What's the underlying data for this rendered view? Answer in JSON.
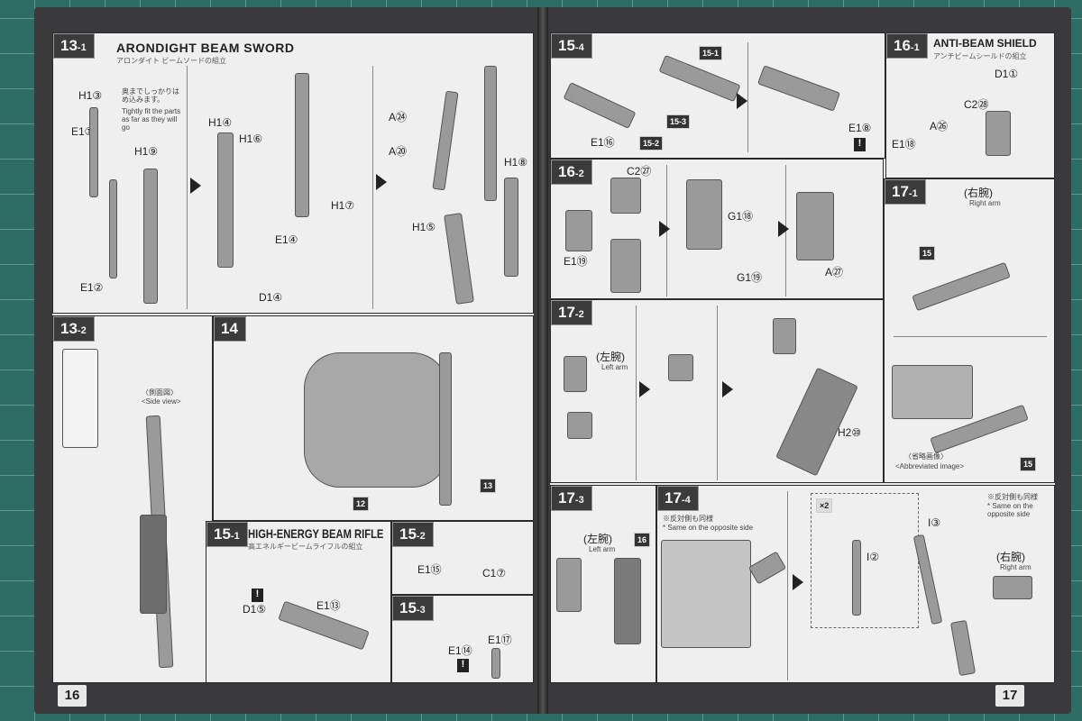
{
  "pages": {
    "left": "16",
    "right": "17"
  },
  "panels": {
    "p13_1": {
      "label": "13",
      "sub": "-1",
      "title": "ARONDIGHT BEAM SWORD",
      "subtitle": "アロンダイト ビームソードの組立",
      "note_jp": "奥までしっかりはめ込みます。",
      "note_en": "Tightly fit the parts as far as they will go",
      "parts": [
        "H1③",
        "E1①",
        "H1⑨",
        "E1②",
        "H1④",
        "H1⑥",
        "H1⑦",
        "E1④",
        "D1④",
        "A㉔",
        "A⑳",
        "H1⑧",
        "H1⑤"
      ]
    },
    "p13_2": {
      "label": "13",
      "sub": "-2",
      "view_jp": "〈側面図〉",
      "view_en": "<Side view>"
    },
    "p14": {
      "label": "14",
      "refs": [
        "12",
        "13"
      ]
    },
    "p15_1": {
      "label": "15",
      "sub": "-1",
      "title": "HIGH-ENERGY BEAM RIFLE",
      "subtitle": "高エネルギービームライフルの組立",
      "parts": [
        "D1⑤",
        "E1⑬"
      ]
    },
    "p15_2": {
      "label": "15",
      "sub": "-2",
      "parts": [
        "E1⑮",
        "C1⑦"
      ]
    },
    "p15_3": {
      "label": "15",
      "sub": "-3",
      "parts": [
        "E1⑭",
        "E1⑰"
      ]
    },
    "p15_4": {
      "label": "15",
      "sub": "-4",
      "refs": [
        "15-1",
        "15-2",
        "15-3"
      ],
      "parts": [
        "E1⑯",
        "E1⑧"
      ]
    },
    "p16_1": {
      "label": "16",
      "sub": "-1",
      "title": "ANTI-BEAM SHIELD",
      "subtitle": "アンチビームシールドの組立",
      "parts": [
        "D1①",
        "C2㉘",
        "A㉖",
        "E1⑱"
      ]
    },
    "p16_2": {
      "label": "16",
      "sub": "-2",
      "parts": [
        "C2㉗",
        "E1⑲",
        "G1⑱",
        "G1⑲",
        "A㉗"
      ]
    },
    "p17_1": {
      "label": "17",
      "sub": "-1",
      "arm_jp": "(右腕)",
      "arm_en": "Right arm",
      "ref": "15",
      "abbr_jp": "〈省略画像〉",
      "abbr_en": "<Abbreviated image>"
    },
    "p17_2": {
      "label": "17",
      "sub": "-2",
      "arm_jp": "(左腕)",
      "arm_en": "Left arm",
      "part": "H2⑩"
    },
    "p17_3": {
      "label": "17",
      "sub": "-3",
      "arm_jp": "(左腕)",
      "arm_en": "Left arm",
      "ref": "16"
    },
    "p17_4": {
      "label": "17",
      "sub": "-4",
      "note_jp": "※反対側も同様",
      "note_en": "* Same on the opposite side",
      "times": "×2",
      "parts": [
        "I②",
        "I③"
      ],
      "arm_jp": "(右腕)",
      "arm_en": "Right arm"
    }
  }
}
